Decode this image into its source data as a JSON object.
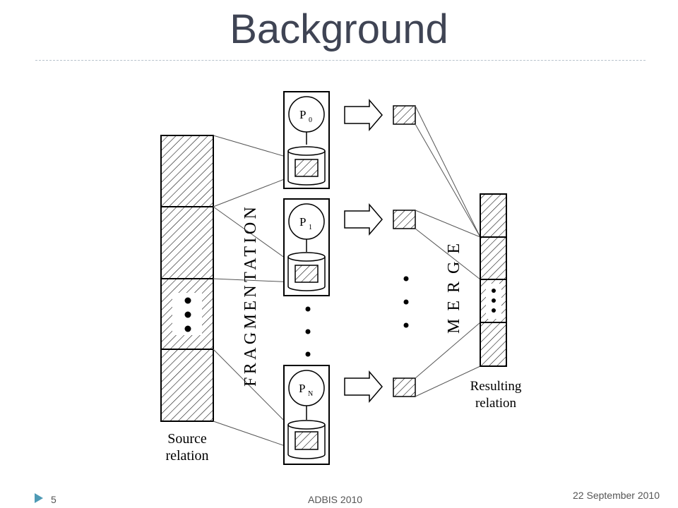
{
  "slide": {
    "title": "Background",
    "page_number": "5",
    "conference": "ADBIS 2010",
    "date": "22 September 2010"
  },
  "diagram": {
    "source_label_line1": "Source",
    "source_label_line2": "relation",
    "result_label_line1": "Resulting",
    "result_label_line2": "relation",
    "fragmentation_text": "FRAGMENTATION",
    "merge_text": "MERGE",
    "processors": [
      {
        "base": "P",
        "sub": "0"
      },
      {
        "base": "P",
        "sub": "1"
      },
      {
        "base": "P",
        "sub": "N"
      }
    ]
  },
  "colors": {
    "title": "#3f4454",
    "marker": "#4e9ab5",
    "rule": "#b7c2cc"
  }
}
